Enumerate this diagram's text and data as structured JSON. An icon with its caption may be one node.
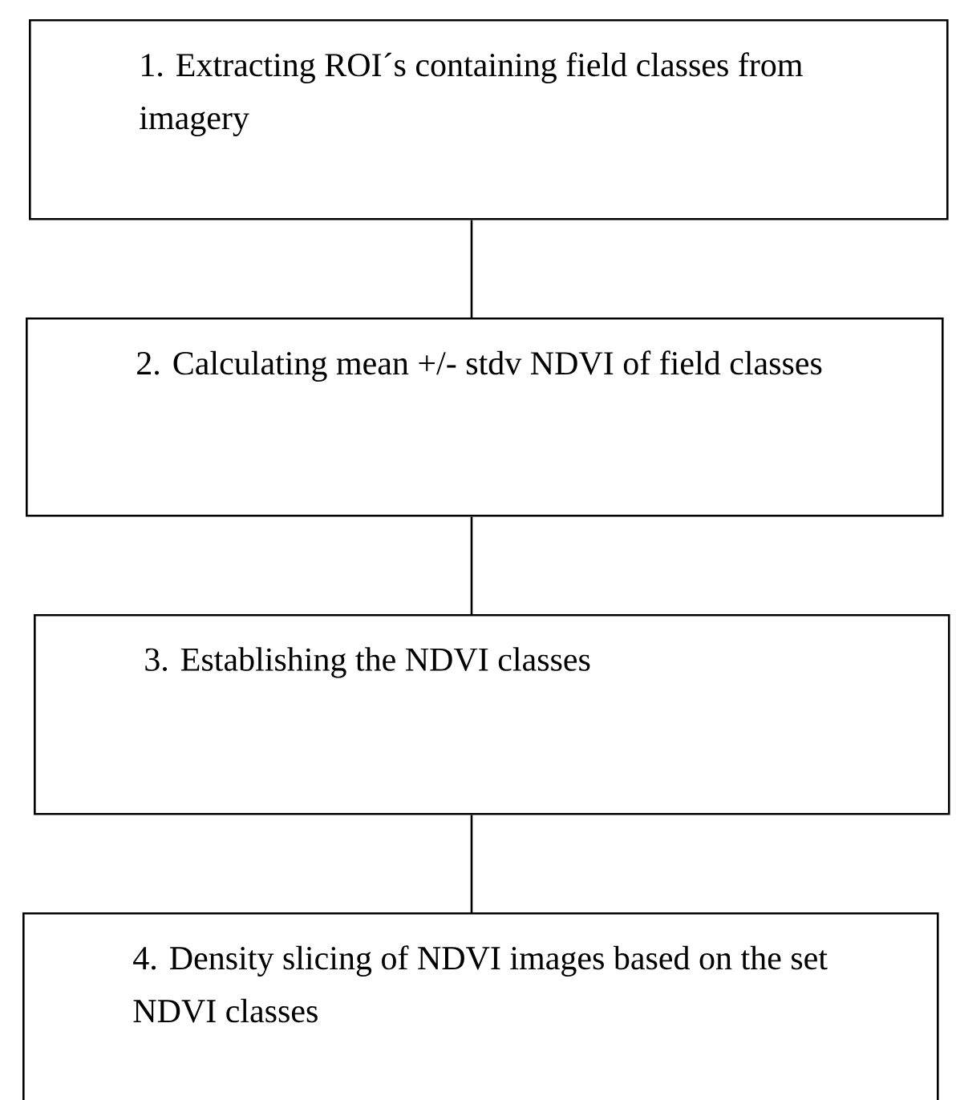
{
  "diagram": {
    "nodes": [
      {
        "text": [
          "1. Extracting ROI´s containing field classes from imagery"
        ]
      },
      {
        "text": [
          "2. Calculating mean +/- stdv NDVI of field classes"
        ]
      },
      {
        "text": [
          "3. Establishing the NDVI classes"
        ]
      },
      {
        "text": [
          "4. Density slicing of NDVI images based on the set NDVI classes"
        ]
      }
    ],
    "edges": [
      {
        "from": 0,
        "to": 1,
        "arrow": "none"
      },
      {
        "from": 1,
        "to": 2,
        "arrow": "none"
      },
      {
        "from": 2,
        "to": 3,
        "arrow": "none"
      }
    ]
  }
}
